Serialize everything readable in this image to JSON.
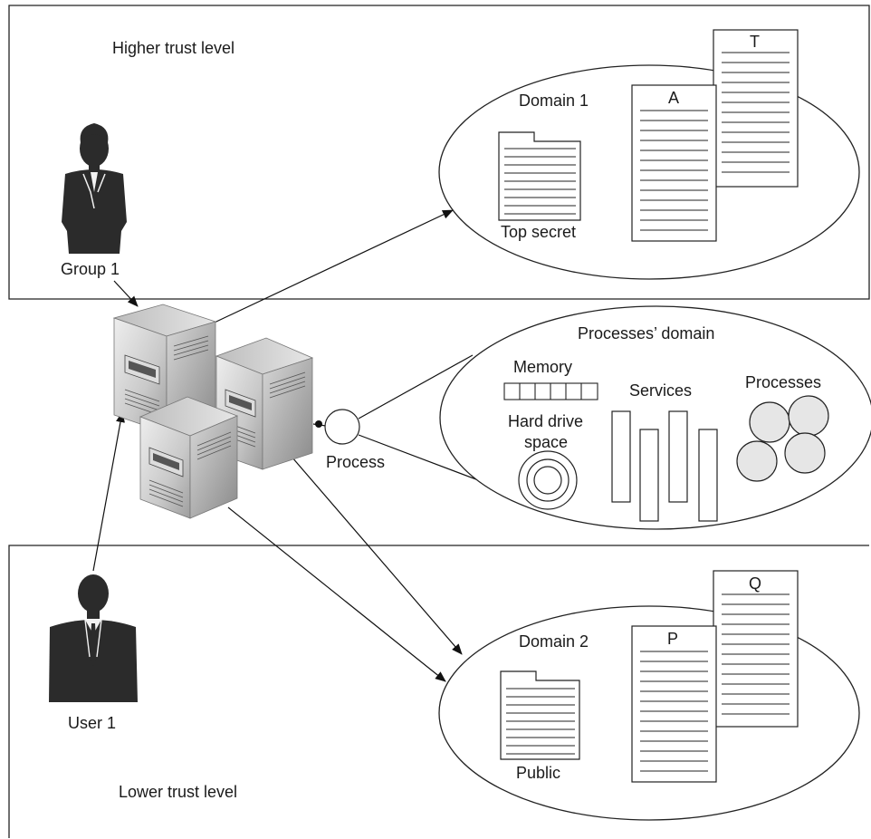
{
  "zones": {
    "higher": "Higher trust level",
    "lower": "Lower trust level"
  },
  "actors": {
    "group": "Group 1",
    "user": "User 1"
  },
  "domain1": {
    "title": "Domain 1",
    "folder_label": "Top secret",
    "doc_a": "A",
    "doc_t": "T"
  },
  "domain2": {
    "title": "Domain 2",
    "folder_label": "Public",
    "doc_p": "P",
    "doc_q": "Q"
  },
  "processes_domain": {
    "title": "Processes’ domain",
    "memory": "Memory",
    "services": "Services",
    "processes": "Processes",
    "hard_drive_line1": "Hard drive",
    "hard_drive_line2": "space"
  },
  "process_node": "Process",
  "icons": {
    "server": "server-tower-icon",
    "person_female": "person-silhouette-female-icon",
    "person_male": "person-silhouette-male-icon",
    "folder": "folder-icon",
    "document": "document-icon",
    "disk": "disk-icon"
  }
}
